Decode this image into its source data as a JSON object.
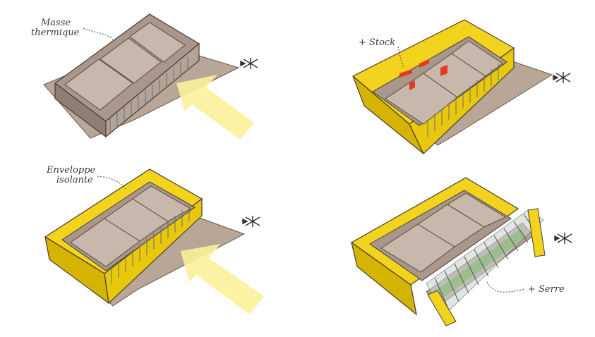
{
  "labels": {
    "masse": [
      "Masse",
      "thermique"
    ],
    "stock": "+ Stock",
    "enveloppe": [
      "Enveloppe",
      "isolante"
    ],
    "serre": "+ Serre"
  },
  "colors": {
    "background": "#ffffff",
    "wall": "#a8978a",
    "wall_dark": "#8f7f73",
    "floor": "#bfae9f",
    "ground": "#b8a796",
    "insulation": "#f2d31d",
    "insulation_dark": "#d4b400",
    "arrow": "#fbf19a",
    "stock_marker": "#e5381f",
    "greenhouse_glass": "#c9d3cf",
    "greenhouse_plants": "#5aa23a"
  },
  "icons": [
    "compass-icon",
    "compass-icon",
    "compass-icon",
    "compass-icon"
  ]
}
